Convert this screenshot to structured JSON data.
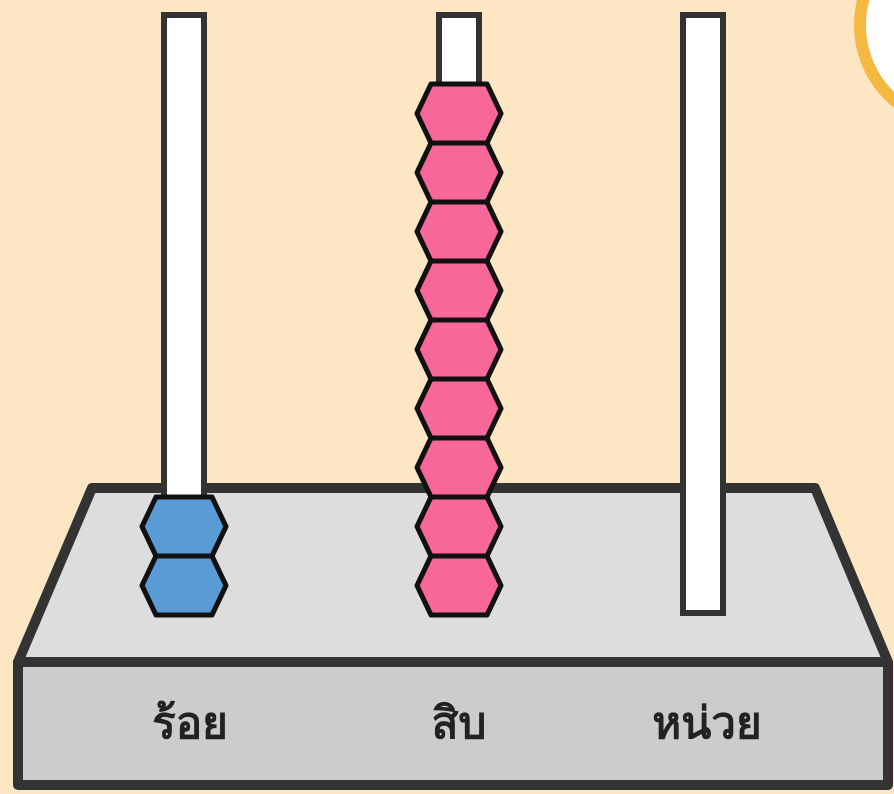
{
  "abacus": {
    "rods": [
      {
        "label": "ร้อย",
        "beads": 2,
        "bead_color": "#5b9bd5"
      },
      {
        "label": "สิบ",
        "beads": 9,
        "bead_color": "#f7679a"
      },
      {
        "label": "หน่วย",
        "beads": 0,
        "bead_color": "#f7679a"
      }
    ]
  },
  "colors": {
    "background": "#fde6c4",
    "base_top": "#dddddd",
    "base_front": "#cccccc",
    "outline": "#333333",
    "rod": "#ffffff",
    "corner_badge": "#f5b942"
  }
}
